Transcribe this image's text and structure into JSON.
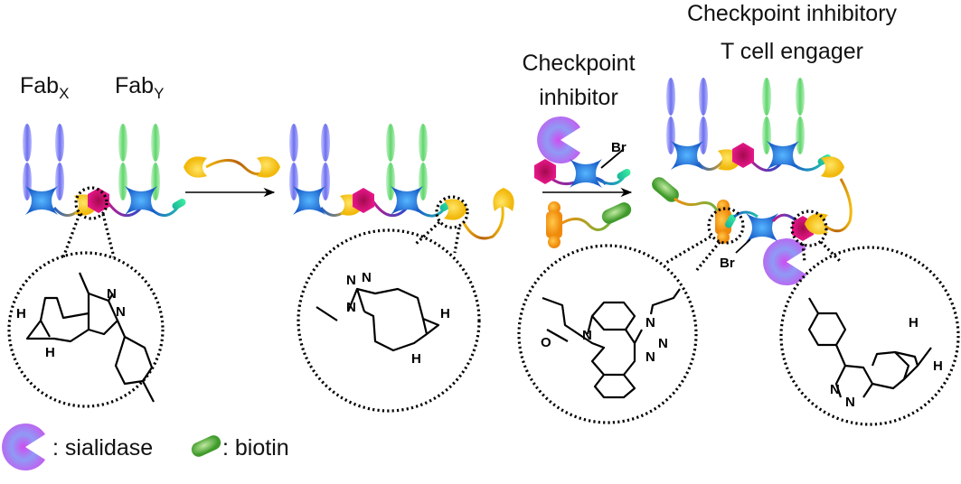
{
  "labels": {
    "fab_x": "Fab",
    "fab_x_sub": "X",
    "fab_y": "Fab",
    "fab_y_sub": "Y",
    "reagent_line1": "Checkpoint",
    "reagent_line2": "inhibitor",
    "product_line1": "Checkpoint inhibitory",
    "product_line2": "T cell engager"
  },
  "atoms": {
    "N": "N",
    "H": "H",
    "O": "O",
    "Br": "Br"
  },
  "legend": [
    {
      "icon": "sialidase-icon",
      "text": ": sialidase"
    },
    {
      "icon": "biotin-icon",
      "text": ": biotin"
    }
  ],
  "colors": {
    "fab_x": "#7b7cf0",
    "fab_y": "#6fdc7a",
    "core": "#1e6fd6",
    "tetrazine_yellow": "#f5c518",
    "hexagon_magenta": "#d4126e",
    "sialidase": "#b36cf0",
    "biotin": "#5aad3a",
    "dbco_orange": "#f59a16"
  }
}
